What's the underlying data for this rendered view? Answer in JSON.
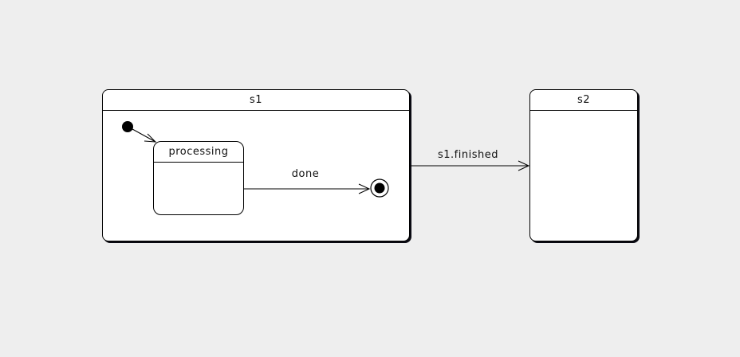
{
  "canvas": {
    "background_color": "#eeeeee",
    "state_fill_color": "#ffffff",
    "line_color": "#000000"
  },
  "states": {
    "s1": {
      "label": "s1",
      "type": "composite"
    },
    "processing": {
      "label": "processing",
      "type": "simple",
      "parent": "s1"
    },
    "s2": {
      "label": "s2",
      "type": "simple"
    }
  },
  "pseudostates": {
    "initial": {
      "kind": "initial",
      "parent": "s1"
    },
    "final": {
      "kind": "final",
      "parent": "s1"
    }
  },
  "transitions": {
    "initial_to_processing": {
      "label": "",
      "from": "initial",
      "to": "processing"
    },
    "done": {
      "label": "done",
      "from": "processing",
      "to": "final"
    },
    "s1_finished": {
      "label": "s1.finished",
      "from": "s1",
      "to": "s2"
    }
  }
}
